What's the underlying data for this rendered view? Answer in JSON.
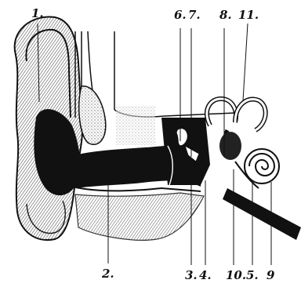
{
  "figure": {
    "labels": {
      "l1": "1.",
      "l2": "2.",
      "l3": "3.",
      "l4": "4.",
      "l5": "5.",
      "l6": "6.",
      "l7": "7.",
      "l8": "8.",
      "l9": "9",
      "l10": "10.",
      "l11": "11."
    }
  }
}
